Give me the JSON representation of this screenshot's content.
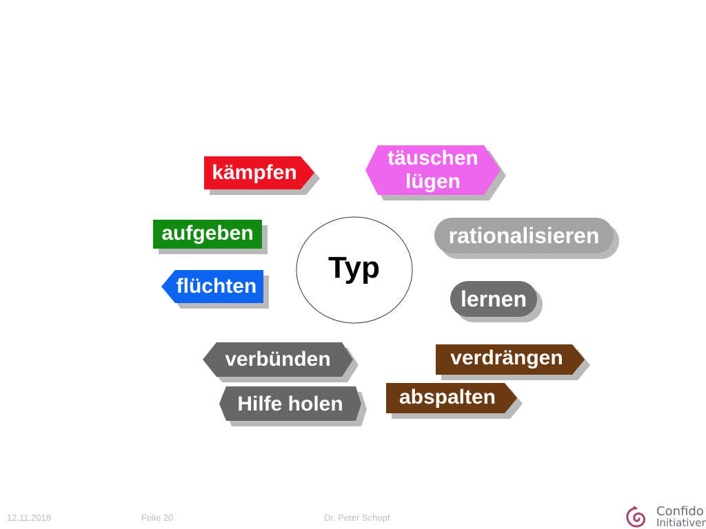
{
  "diagram": {
    "center": "Typ",
    "items": {
      "kaempfen": "kämpfen",
      "taeuschen": [
        "täuschen",
        "lügen"
      ],
      "aufgeben": "aufgeben",
      "rationalisieren": "rationalisieren",
      "fluechten": "flüchten",
      "lernen": "lernen",
      "verbuenden": "verbünden",
      "verdraengen": "verdrängen",
      "hilfe": "Hilfe holen",
      "abspalten": "abspalten"
    }
  },
  "colors": {
    "kaempfen": "#ee1122",
    "taeuschen": "#ee66ee",
    "aufgeben": "#128a12",
    "rationalisieren": "#a3a3a3",
    "fluechten": "#0c64f0",
    "lernen": "#6e6e6e",
    "verbuenden": "#666666",
    "verdraengen": "#6b3a12",
    "hilfe": "#666666",
    "abspalten": "#6b3a12",
    "shadow": "#b9b9b9"
  },
  "footer": {
    "date": "12.11.2018",
    "slide": "Folie 20",
    "author": "Dr. Peter Schopf"
  },
  "logo": {
    "line1": "Confido",
    "line2": "Initiativen",
    "mark_color": "#a4456e"
  }
}
